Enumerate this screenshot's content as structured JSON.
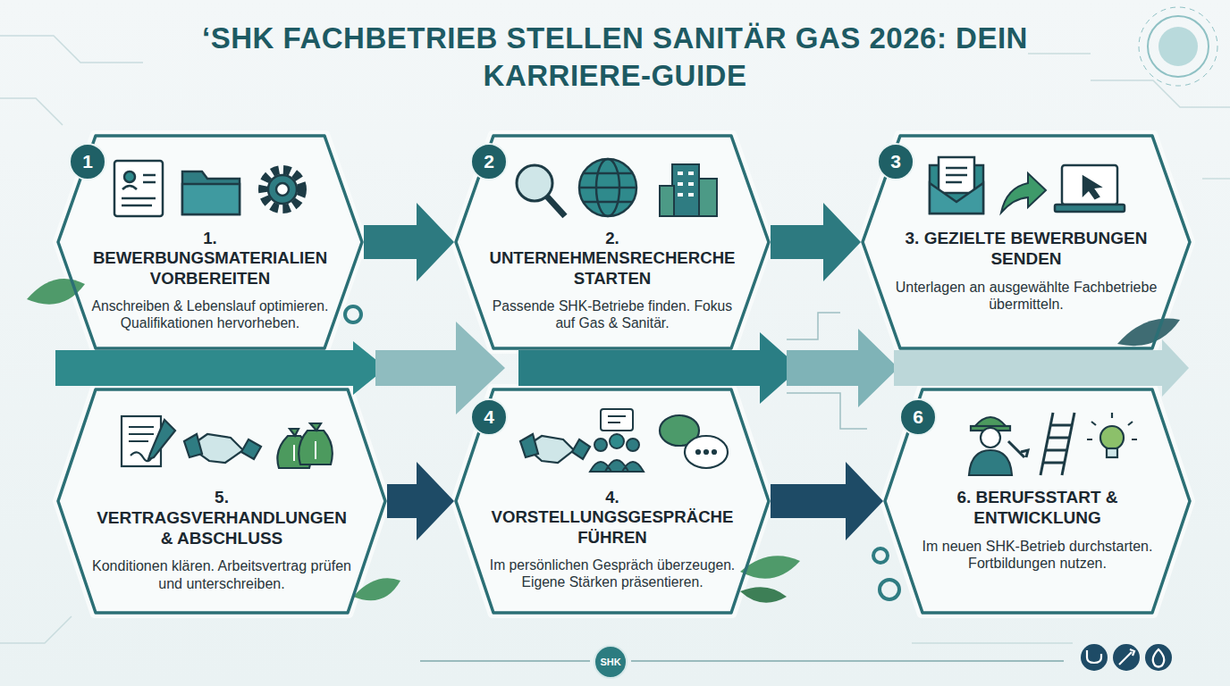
{
  "diagram": {
    "title": "‘SHK FACHBETRIEB STELLEN SANITÄR GAS 2026: DEIN KARRIERE-GUIDE",
    "nodes": [
      {
        "text": [
          "1. BEWERBUNGSMATERIALIEN VORBEREITEN",
          "Anschreiben & Lebenslauf optimieren. Qualifikationen hervorheben."
        ]
      },
      {
        "text": [
          "1"
        ],
        "in": 0
      },
      {
        "text": [
          "2. UNTERNEHMENSRECHERCHE STARTEN",
          "Passende SHK-Betriebe finden. Fokus auf Gas & Sanitär."
        ]
      },
      {
        "text": [
          "2"
        ],
        "in": 2
      },
      {
        "text": [
          "3. GEZIELTE BEWERBUNGEN SENDEN",
          "Unterlagen an ausgewählte Fachbetriebe übermitteln."
        ]
      },
      {
        "text": [
          "3"
        ],
        "in": 4
      },
      {
        "text": [
          "5. VERTRAGSVERHANDLUNGEN & ABSCHLUSS",
          "Konditionen klären. Arbeitsvertrag prüfen und unterschreiben."
        ]
      },
      {
        "text": [
          "4. VORSTELLUNGSGESPRÄCHE FÜHREN",
          "Im persönlichen Gespräch überzeugen. Eigene Stärken präsentieren."
        ]
      },
      {
        "text": [
          "4"
        ],
        "in": 7
      },
      {
        "text": [
          "6. BERUFSSTART & ENTWICKLUNG",
          "Im neuen SHK-Betrieb durchstarten. Fortbildungen nutzen."
        ]
      },
      {
        "text": [
          "6"
        ],
        "in": 9
      }
    ],
    "edges": [
      {
        "from": 0,
        "to": 2,
        "arrow": "to"
      },
      {
        "from": 2,
        "to": 4,
        "arrow": "to"
      },
      {
        "from": 6,
        "to": 7,
        "arrow": "to"
      },
      {
        "from": 7,
        "to": 9,
        "arrow": "to"
      }
    ],
    "labels": [
      "SHK"
    ]
  }
}
